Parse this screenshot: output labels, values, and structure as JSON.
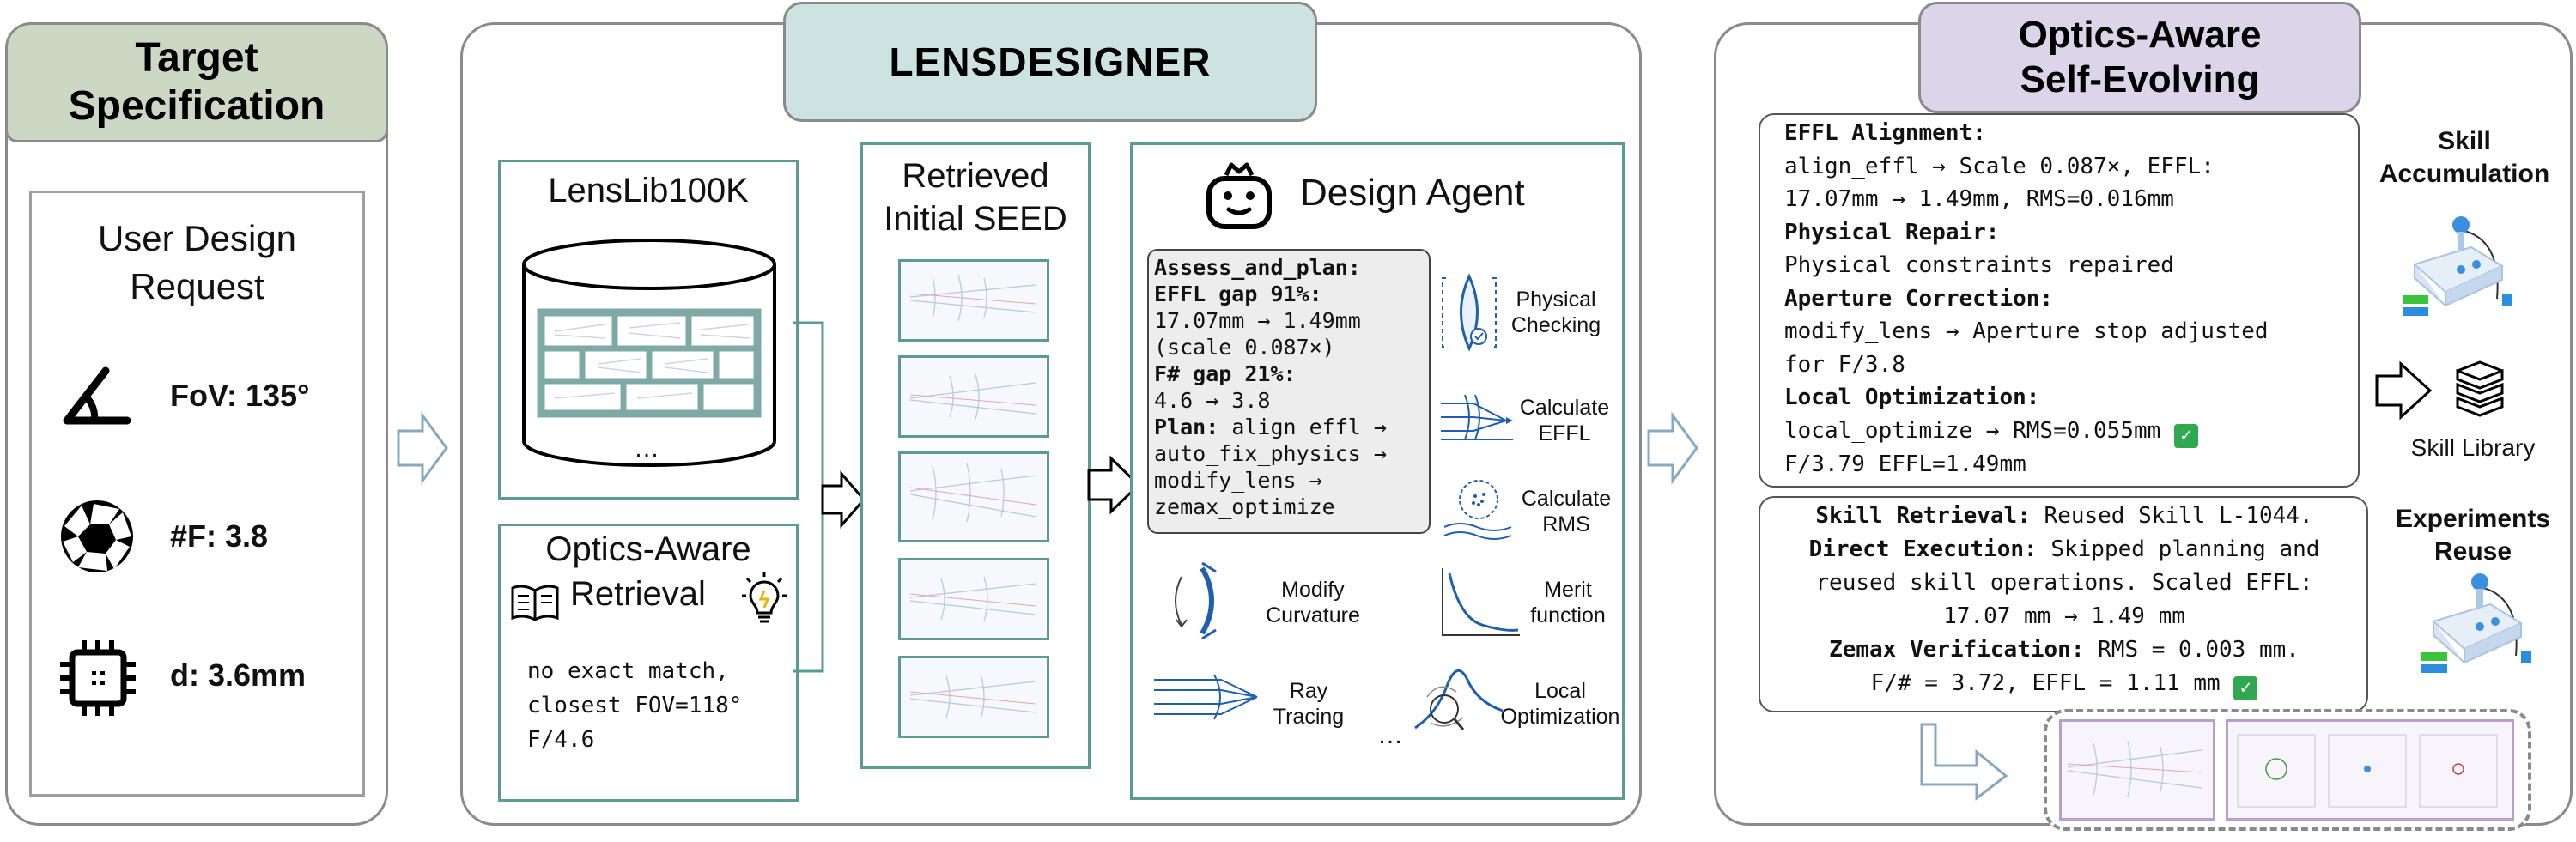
{
  "colors": {
    "panel_border": "#8a8a8a",
    "teal_border": "#5c9a96",
    "target_title_bg": "#cdd8c4",
    "designer_title_bg": "#cde3e1",
    "self_evolving_title_bg": "#dcd4e8",
    "plan_box_bg": "#ededed",
    "check_green": "#2fa84f",
    "arrow_fill": "#ffffff"
  },
  "target": {
    "title_line1": "Target",
    "title_line2": "Specification",
    "request_line1": "User Design",
    "request_line2": "Request",
    "specs": [
      {
        "icon": "angle-icon",
        "label": "FoV: 135°"
      },
      {
        "icon": "aperture-icon",
        "label": "#F: 3.8"
      },
      {
        "icon": "chip-icon",
        "label": "d: 3.6mm"
      }
    ]
  },
  "designer": {
    "title": "LENSDESIGNER",
    "lenslib": {
      "title": "LensLib100K",
      "ellipsis": "…"
    },
    "retrieval": {
      "title_line1": "Optics-Aware",
      "title_line2": "Retrieval",
      "lines": [
        "no exact match,",
        "closest FOV=118°",
        "F/4.6"
      ]
    },
    "seed": {
      "title_line1": "Retrieved",
      "title_line2": "Initial SEED"
    },
    "agent": {
      "title": "Design Agent",
      "plan": [
        {
          "text": "Assess_and_plan:",
          "bold": true
        },
        {
          "text": "EFFL gap 91%:",
          "bold": true
        },
        {
          "text": "17.07mm → 1.49mm",
          "bold": false
        },
        {
          "text": "(scale 0.087×)",
          "bold": false
        },
        {
          "text": "F# gap 21%:",
          "bold": true
        },
        {
          "text": "4.6 → 3.8",
          "bold": false
        },
        {
          "text": "Plan: align_effl →",
          "bold": true,
          "bold_prefix": "Plan:",
          "rest": " align_effl →"
        },
        {
          "text": "auto_fix_physics →",
          "bold": false
        },
        {
          "text": "modify_lens →",
          "bold": false
        },
        {
          "text": "zemax_optimize",
          "bold": false
        }
      ],
      "tools": [
        {
          "name": "lens-icon",
          "line1": "Physical",
          "line2": "Checking"
        },
        {
          "name": "effl-icon",
          "line1": "Calculate",
          "line2": "EFFL"
        },
        {
          "name": "rms-icon",
          "line1": "Calculate",
          "line2": "RMS"
        },
        {
          "name": "curvature-icon",
          "line1": "Modify",
          "line2": "Curvature"
        },
        {
          "name": "merit-icon",
          "line1": "Merit",
          "line2": "function"
        },
        {
          "name": "ray-icon",
          "line1": "Ray",
          "line2": "Tracing"
        },
        {
          "name": "optimization-icon",
          "line1": "Local",
          "line2": "Optimization"
        }
      ],
      "ellipsis": "…"
    }
  },
  "evolving": {
    "title_line1": "Optics-Aware",
    "title_line2": "Self-Evolving",
    "log_top": [
      {
        "bold": "EFFL Alignment:",
        "lines": [
          "align_effl → Scale 0.087×, EFFL:",
          "17.07mm → 1.49mm, RMS=0.016mm"
        ]
      },
      {
        "bold": "Physical Repair:",
        "lines": [
          "Physical constraints repaired"
        ]
      },
      {
        "bold": "Aperture Correction:",
        "lines": [
          "modify_lens → Aperture stop adjusted",
          "for F/3.8"
        ]
      },
      {
        "bold": "Local Optimization:",
        "lines": [
          "local_optimize → RMS=0.055mm",
          "F/3.79 EFFL=1.49mm"
        ]
      }
    ],
    "log_bottom": {
      "line1_bold": "Skill Retrieval:",
      "line1_rest": " Reused Skill L-1044.",
      "line2_bold": "Direct Execution:",
      "line2_rest": " Skipped planning and",
      "line3": "reused skill operations. Scaled EFFL:",
      "line4": "17.07 mm → 1.49 mm",
      "line5_bold": "Zemax Verification:",
      "line5_rest": " RMS = 0.003 mm.",
      "line6": "F/# = 3.72, EFFL = 1.11 mm"
    },
    "skill_accumulation_line1": "Skill",
    "skill_accumulation_line2": "Accumulation",
    "skill_library": "Skill Library",
    "experiments_reuse_line1": "Experiments",
    "experiments_reuse_line2": "Reuse"
  }
}
